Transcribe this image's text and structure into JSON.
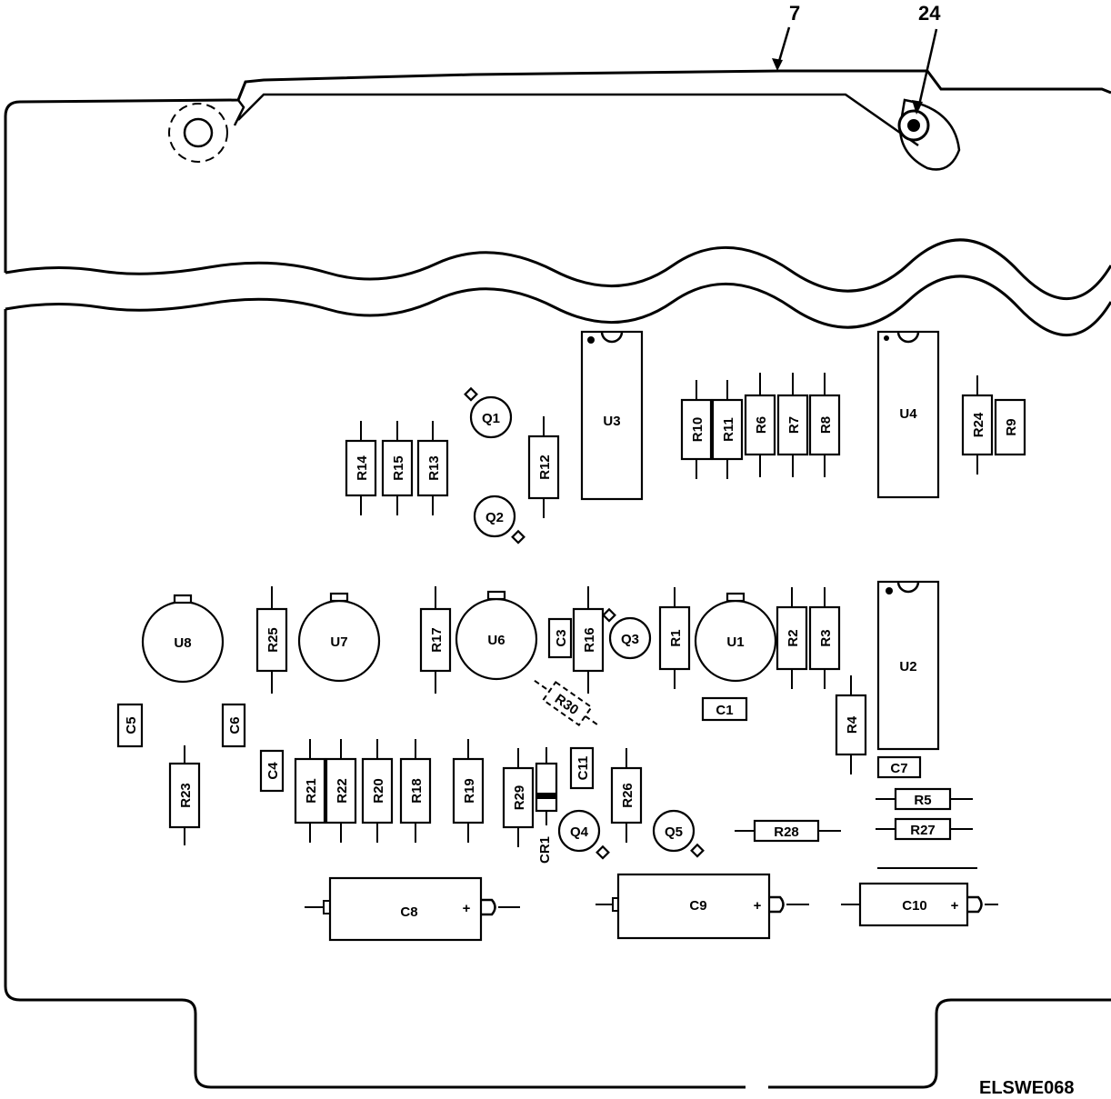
{
  "callouts": {
    "c7": "7",
    "c24": "24"
  },
  "figure_code": "ELSWE068",
  "labels": {
    "u3": "U3",
    "u4": "U4",
    "u2": "U2",
    "u1": "U1",
    "u6": "U6",
    "u7": "U7",
    "u8": "U8",
    "q1": "Q1",
    "q2": "Q2",
    "q3": "Q3",
    "q4": "Q4",
    "q5": "Q5",
    "r1": "R1",
    "r2": "R2",
    "r3": "R3",
    "r4": "R4",
    "r5": "R5",
    "r6": "R6",
    "r7": "R7",
    "r8": "R8",
    "r9": "R9",
    "r10": "R10",
    "r11": "R11",
    "r12": "R12",
    "r13": "R13",
    "r14": "R14",
    "r15": "R15",
    "r16": "R16",
    "r17": "R17",
    "r18": "R18",
    "r19": "R19",
    "r20": "R20",
    "r21": "R21",
    "r22": "R22",
    "r23": "R23",
    "r24": "R24",
    "r25": "R25",
    "r26": "R26",
    "r27": "R27",
    "r28": "R28",
    "r29": "R29",
    "r30": "R30",
    "c1": "C1",
    "c3": "C3",
    "c4": "C4",
    "c5": "C5",
    "c6": "C6",
    "c7": "C7",
    "c8": "C8",
    "c9": "C9",
    "c10": "C10",
    "c11": "C11",
    "cr1": "CR1"
  }
}
